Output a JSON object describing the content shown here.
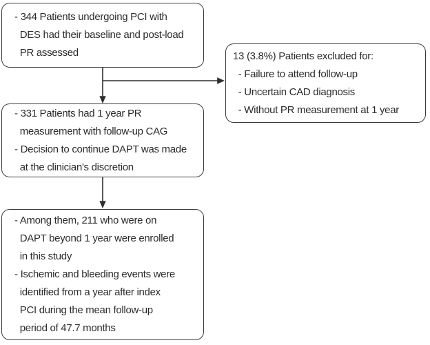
{
  "figure": {
    "type": "patient-flow-diagram",
    "background_color": "#ffffff",
    "box_border_color": "#3a3a3a",
    "text_color": "#2b2b2b",
    "arrow_color": "#2e2e2e",
    "boxes": {
      "assessed": {
        "lines": [
          "- 344 Patients undergoing PCI with",
          "  DES had their baseline and post-load",
          "  PR assessed"
        ]
      },
      "excluded": {
        "lines": [
          "13 (3.8%) Patients excluded for:",
          "  - Failure to attend follow-up",
          "  - Uncertain CAD diagnosis",
          "  - Without PR measurement at 1 year"
        ]
      },
      "one_year_followup": {
        "lines": [
          "- 331 Patients had 1 year PR",
          "  measurement with follow-up CAG",
          "- Decision to continue DAPT was made",
          "  at the clinician's discretion"
        ]
      },
      "enrolled": {
        "lines": [
          "- Among them, 211 who were on",
          "  DAPT beyond 1 year were enrolled",
          "  in this study",
          "- Ischemic and bleeding events were",
          "  identified from a year after index",
          "  PCI during the mean follow-up",
          "  period of 47.7 months"
        ]
      }
    }
  }
}
